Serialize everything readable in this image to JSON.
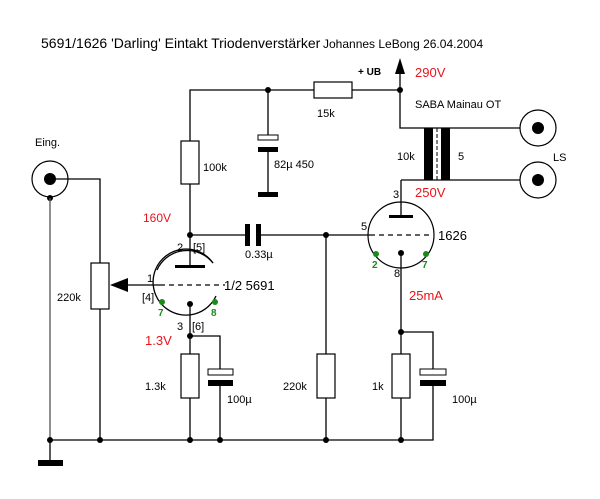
{
  "title": "5691/1626 'Darling' Eintakt Triodenverstärker",
  "author": "Johannes LeBong 26.04.2004",
  "supply": {
    "label": "+ UB",
    "voltage": "290V"
  },
  "colors": {
    "voltage": "#e8141b",
    "heater_pins": "#1a8a1a",
    "wire": "#000000"
  },
  "input": {
    "label": "Eing."
  },
  "output": {
    "label": "LS",
    "transformer": "SABA Mainau OT",
    "primary": "10k",
    "secondary": "5"
  },
  "components": {
    "r_supply": "15k",
    "c_supply": "82µ 450",
    "r_anode": "100k",
    "pot": "220k",
    "c_coupling": "0.33µ",
    "r_grid": "220k",
    "r_cathode1": "1.3k",
    "c_cathode1": "100µ",
    "r_cathode2": "1k",
    "c_cathode2": "100µ"
  },
  "tube1": {
    "name": "1/2  5691",
    "pin_anode": "2",
    "pin_anode_alt": "[5]",
    "pin_grid": "1",
    "pin_grid_alt": "[4]",
    "pin_cathode": "3",
    "pin_cathode_alt": "[6]",
    "heater_pins": [
      "7",
      "8"
    ],
    "anode_voltage": "160V",
    "cathode_voltage": "1.3V"
  },
  "tube2": {
    "name": "1626",
    "pin_anode": "3",
    "pin_grid": "5",
    "pin_cathode": "8",
    "heater_pins": [
      "2",
      "7"
    ],
    "anode_voltage": "250V",
    "current": "25mA"
  }
}
